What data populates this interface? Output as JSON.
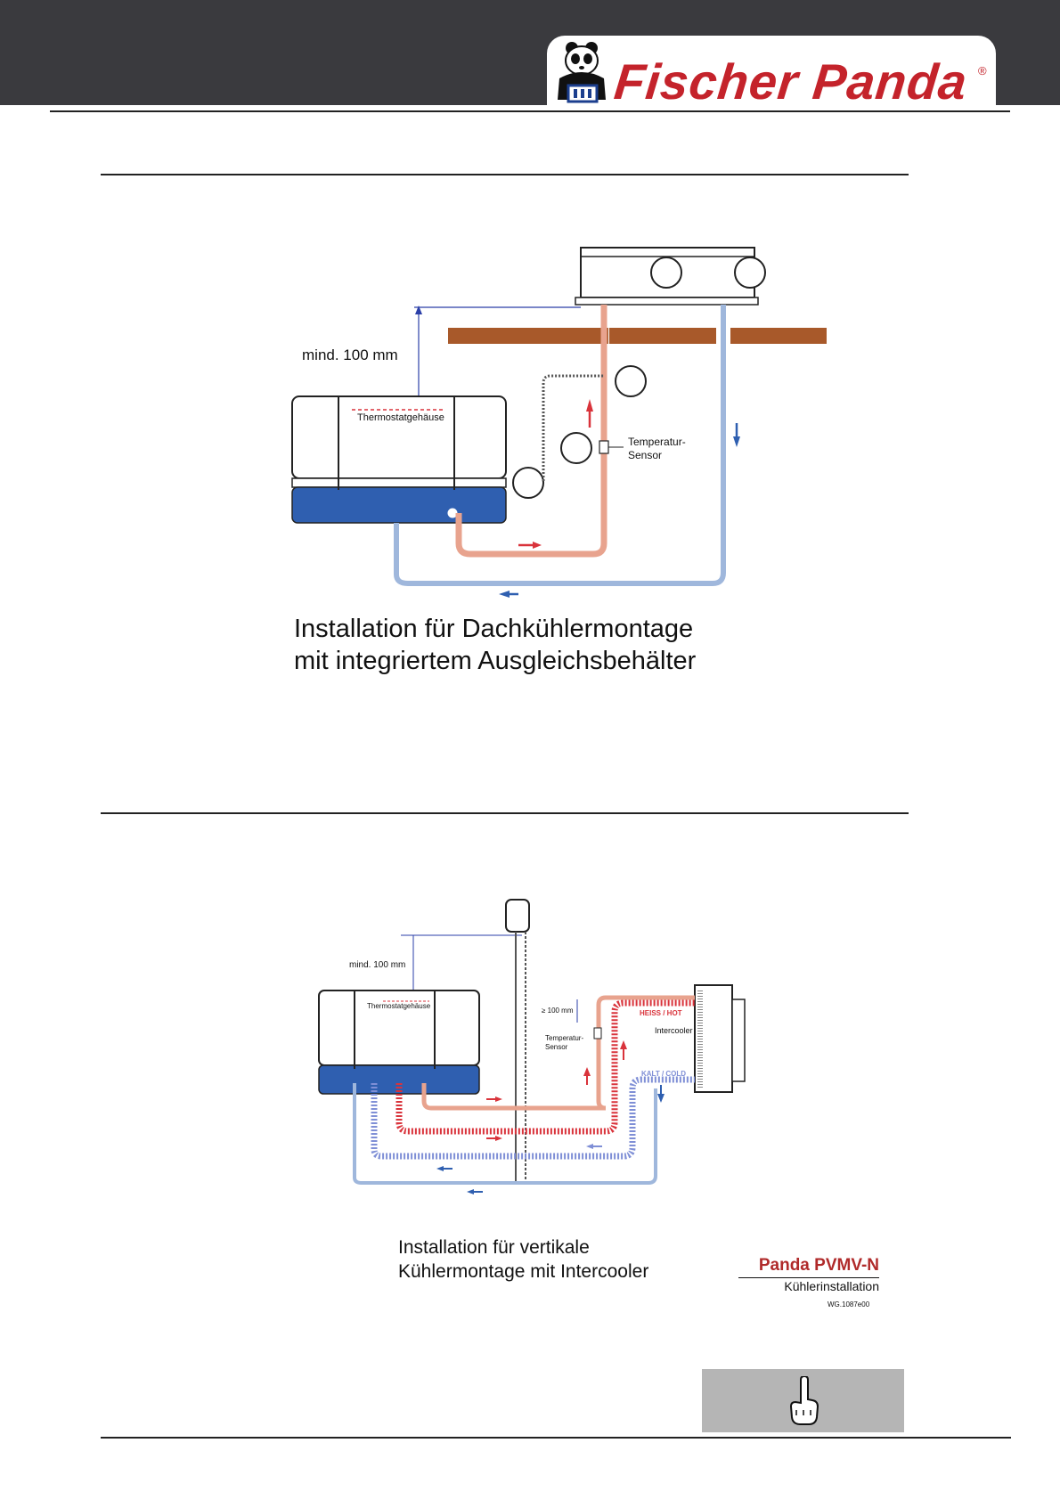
{
  "brand": {
    "logo_text": "Fischer Panda",
    "registered_mark": "®"
  },
  "diagram1": {
    "dimension_label": "mind. 100 mm",
    "thermostat_label": "Thermostatgehäuse",
    "sensor_label_line1": "Temperatur-",
    "sensor_label_line2": "Sensor",
    "caption_line1": "Installation für  Dachkühlermontage",
    "caption_line2": "mit integriertem Ausgleichsbehälter"
  },
  "diagram2": {
    "dimension_label": "mind. 100 mm",
    "thermostat_label": "Thermostatgehäuse",
    "min_label": "≥ 100 mm",
    "sensor_label_line1": "Temperatur-",
    "sensor_label_line2": "Sensor",
    "hot_label": "HEISS / HOT",
    "cold_label": "KALT / COLD",
    "intercooler_label": "Intercooler",
    "caption_line1": "Installation für vertikale",
    "caption_line2": "Kühlermontage mit Intercooler"
  },
  "product": {
    "title": "Panda PVMV-N",
    "subtitle": "Kühlerinstallation",
    "code": "WG.1087e00"
  },
  "colors": {
    "header": "#3a3a3e",
    "brand_red": "#c4232b",
    "hot": "#d9333b",
    "cold": "#7f8fd6",
    "coolant": "#2f5fb0"
  },
  "icons": {
    "note": "pointing-hand-icon"
  }
}
